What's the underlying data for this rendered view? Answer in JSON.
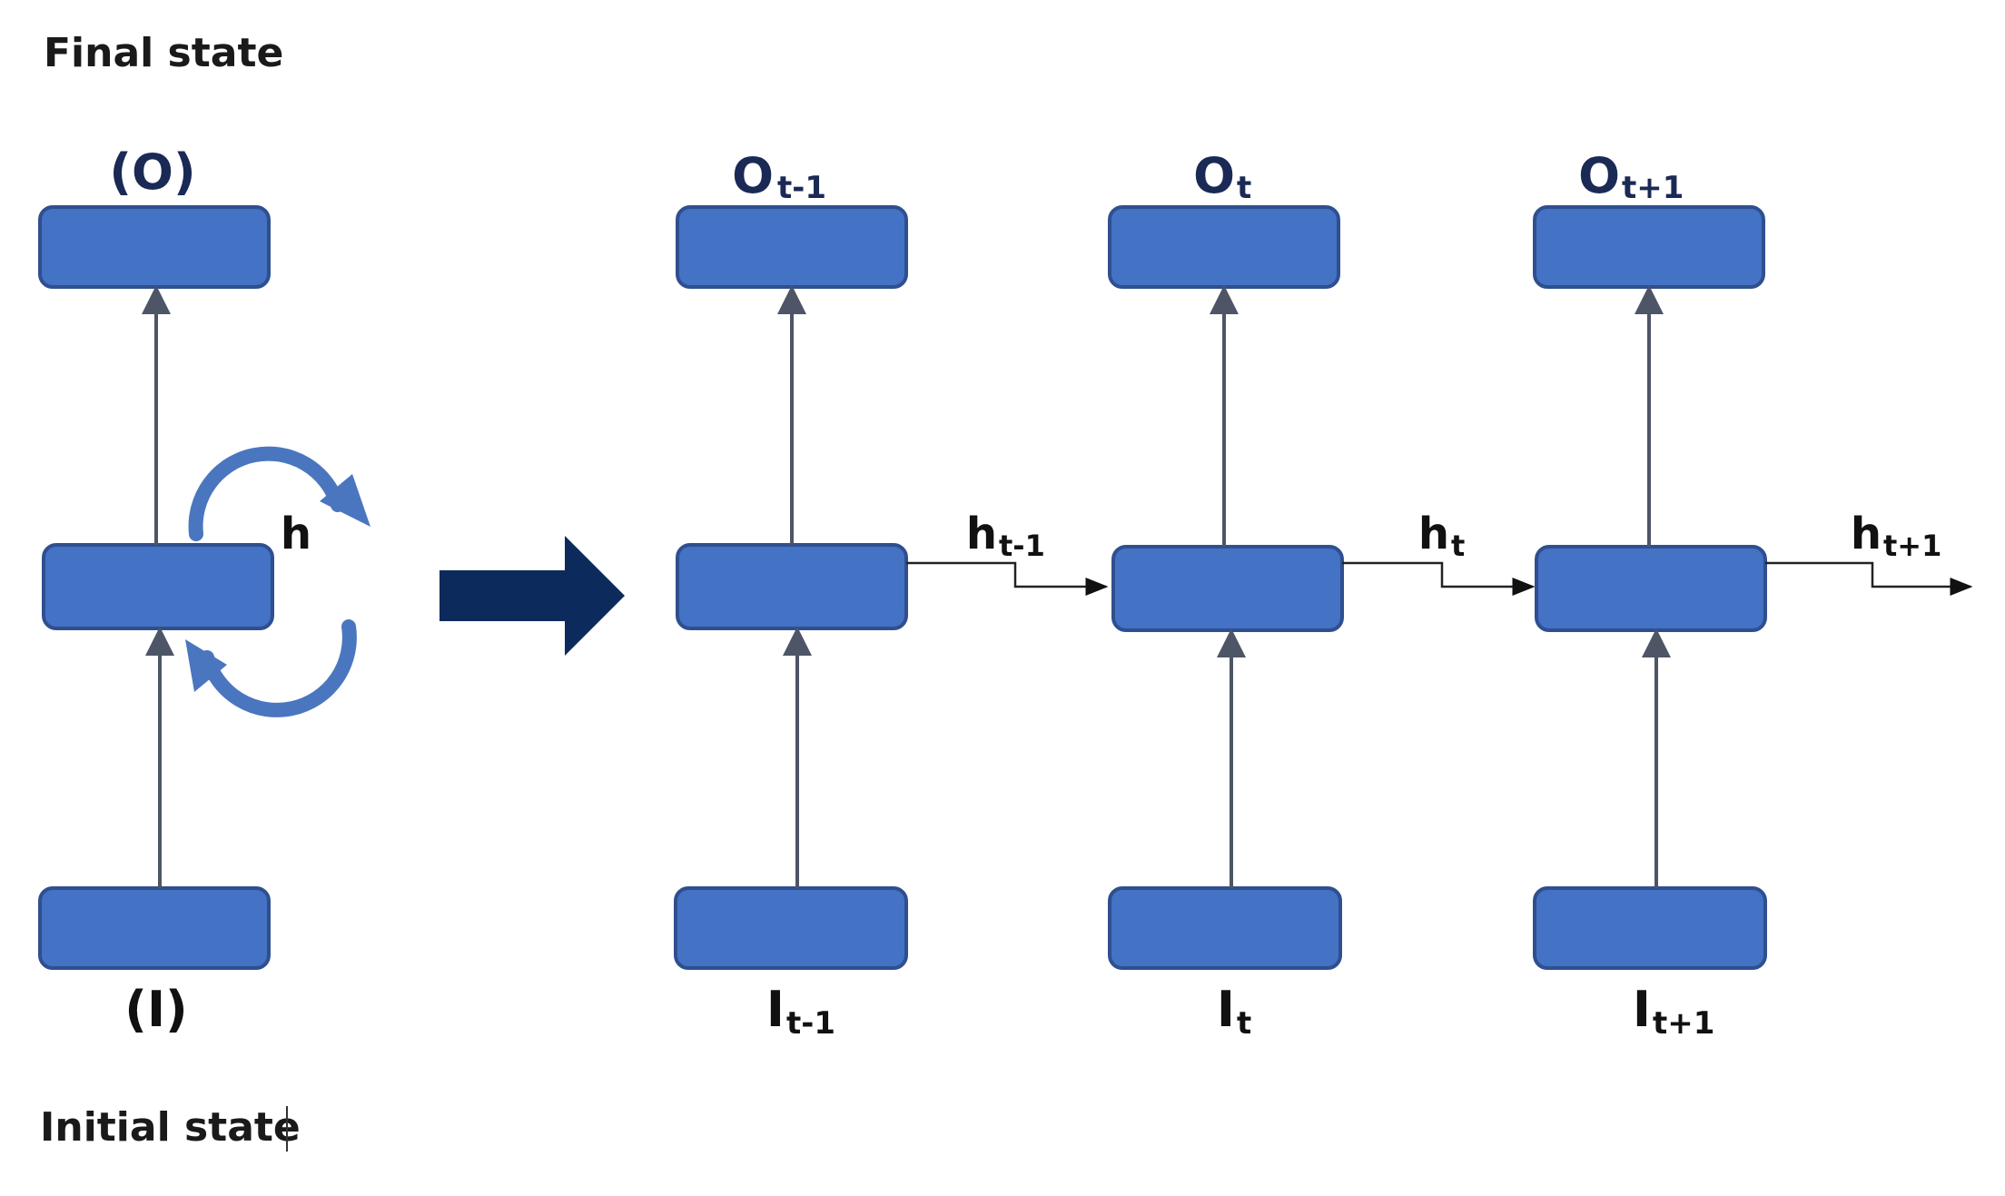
{
  "labels": {
    "final_state": "Final state",
    "initial_state": "Initial state",
    "folded_output": "(O)",
    "folded_input": "(I)",
    "folded_hidden": "h"
  },
  "outputs": [
    {
      "base": "O",
      "sub": "t-1"
    },
    {
      "base": "O",
      "sub": "t"
    },
    {
      "base": "O",
      "sub": "t+1"
    }
  ],
  "inputs": [
    {
      "base": "I",
      "sub": "t-1"
    },
    {
      "base": "I",
      "sub": "t"
    },
    {
      "base": "I",
      "sub": "t+1"
    }
  ],
  "hidden": [
    {
      "base": "h",
      "sub": "t-1"
    },
    {
      "base": "h",
      "sub": "t"
    },
    {
      "base": "h",
      "sub": "t+1"
    }
  ],
  "colors": {
    "box_fill": "#4472c4",
    "box_border": "#2f4f8f",
    "unfold_arrow": "#0d2a5c",
    "loop_arrow": "#4a76c0"
  }
}
